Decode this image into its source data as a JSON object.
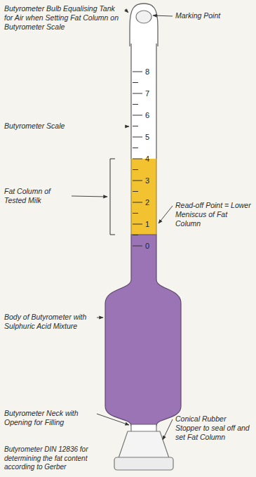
{
  "diagram": {
    "caption": "Butyrometer DIN 12836 for determining the fat content according to Gerber",
    "labels": [
      "Butyrometer Bulb Equalising Tank for Air when Setting Fat Column on Butyrometer Scale",
      "Marking Point",
      "8",
      "7",
      "6",
      "5",
      "4",
      "3",
      "2",
      "1",
      "0",
      "Butyrometer Scale",
      "Fat Column of Tested Milk",
      "Read-off Point = Lower Meniscus of Fat Column",
      "Body of Butyrometer with Sulphuric Acid Mixture",
      "Butyrometer Neck with Opening for Filling",
      "Conical Rubber Stopper to seal off and set Fat Column"
    ]
  }
}
